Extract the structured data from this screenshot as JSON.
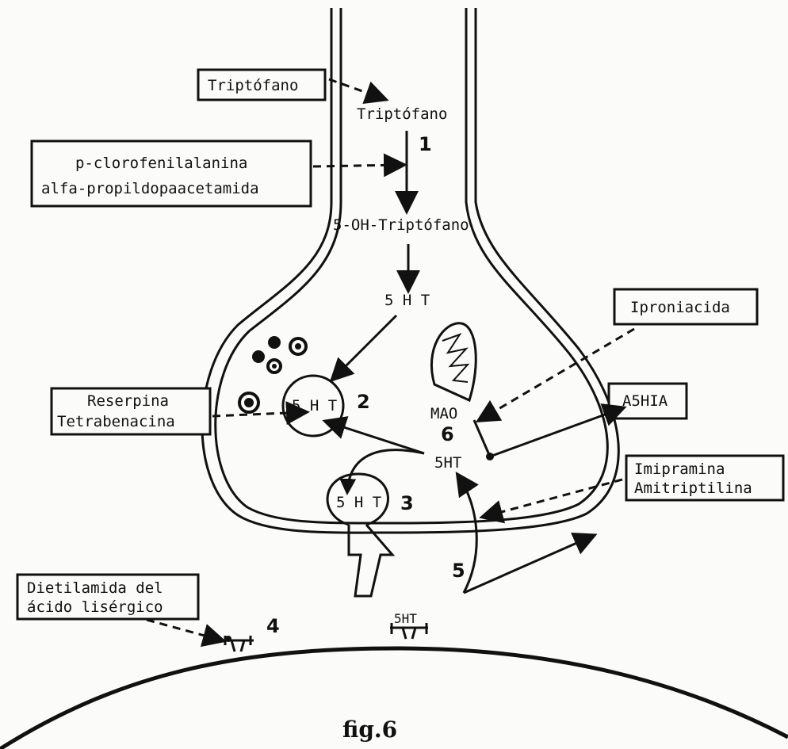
{
  "labels": {
    "triptofano_box": "Triptófano",
    "triptofano": "Triptófano",
    "pclorofenil_line1": "p-clorofenilalanina",
    "pclorofenil_line2": "alfa-propildopaacetamida",
    "oh_triptofano": "5-OH-Triptófano",
    "sht_top": "5 H T",
    "iproniacida": "Iproniacida",
    "reserpina_line1": "Reserpina",
    "reserpina_line2": "Tetrabenacina",
    "sht_vesicle": "5 H T",
    "mao": "MAO",
    "a5hia": "A5HIA",
    "sht_free": "5HT",
    "imipramina_line1": "Imipramina",
    "imipramina_line2": "Amitriptilina",
    "sht_release": "5 H T",
    "dietilamida_line1": "Dietilamida del",
    "dietilamida_line2": "ácido lisérgico",
    "sht_receptor": "5HT",
    "caption": "fig.6"
  },
  "steps": {
    "s1": "1",
    "s2": "2",
    "s3": "3",
    "s4": "4",
    "s5": "5",
    "s6": "6"
  }
}
